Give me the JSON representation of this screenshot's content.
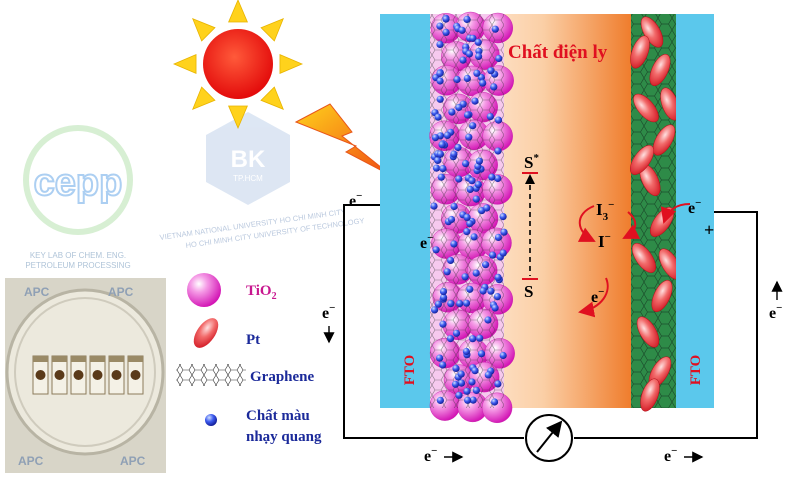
{
  "labels": {
    "electrolyte": "Chất điện ly",
    "fto": "FTO",
    "dye_excited": "S",
    "dye_excited_sup": "*",
    "dye_ground": "S",
    "triiodide": "I",
    "triiodide_sub": "3",
    "triiodide_sup": "−",
    "iodide": "I",
    "iodide_sup": "−",
    "plus": "+"
  },
  "electrons": {
    "e": "e",
    "minus": "−"
  },
  "legend": {
    "tio2": "TiO",
    "tio2_sub": "2",
    "pt": "Pt",
    "graphene": "Graphene",
    "dye_line1": "Chất màu",
    "dye_line2": "nhạy quang"
  },
  "logos": {
    "cepp_text": "cepp",
    "cepp_caption_1": "KEY LAB OF CHEM. ENG.",
    "cepp_caption_2": "PETROLEUM PROCESSING",
    "bk_text": "BK",
    "bk_sub": "TP.HCM",
    "vnu_line1": "VIETNAM NATIONAL UNIVERSITY HO CHI MINH CITY",
    "vnu_line2": "HO CHI MINH CITY UNIVERSITY OF TECHNOLOGY",
    "apc_text": "APC"
  },
  "colors": {
    "fto": "#5bc8ec",
    "electrolyte_light": "#fce3cf",
    "electrolyte_dark": "#f07c2b",
    "counter_green": "#2e8b48",
    "tio2": "#e62cc7",
    "dye": "#2233cc",
    "pt": "#e8343a",
    "red_text": "#e01020",
    "blue_text": "#1b2a9a",
    "sun": "#ee1111",
    "sun_rays": "#ffd21c"
  }
}
